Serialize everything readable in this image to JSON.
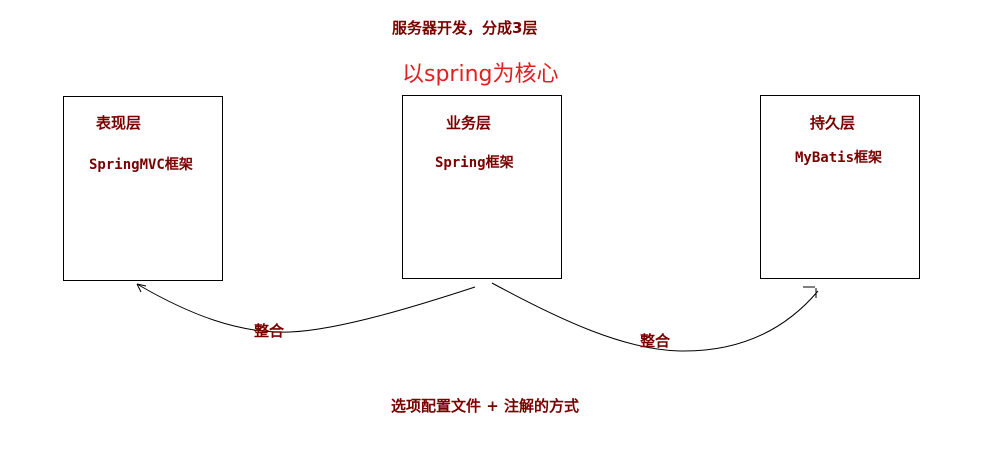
{
  "diagram": {
    "title": "服务器开发，分成3层",
    "core_note": "以spring为核心",
    "layers": [
      {
        "name": "表现层",
        "framework": "SpringMVC框架"
      },
      {
        "name": "业务层",
        "framework": "Spring框架"
      },
      {
        "name": "持久层",
        "framework": "MyBatis框架"
      }
    ],
    "integrations": [
      {
        "label": "整合"
      },
      {
        "label": "整合"
      }
    ],
    "footer_note": "选项配置文件 + 注解的方式"
  },
  "colors": {
    "text": "#7a0000",
    "accent": "#e02020",
    "lines": "#000000"
  }
}
